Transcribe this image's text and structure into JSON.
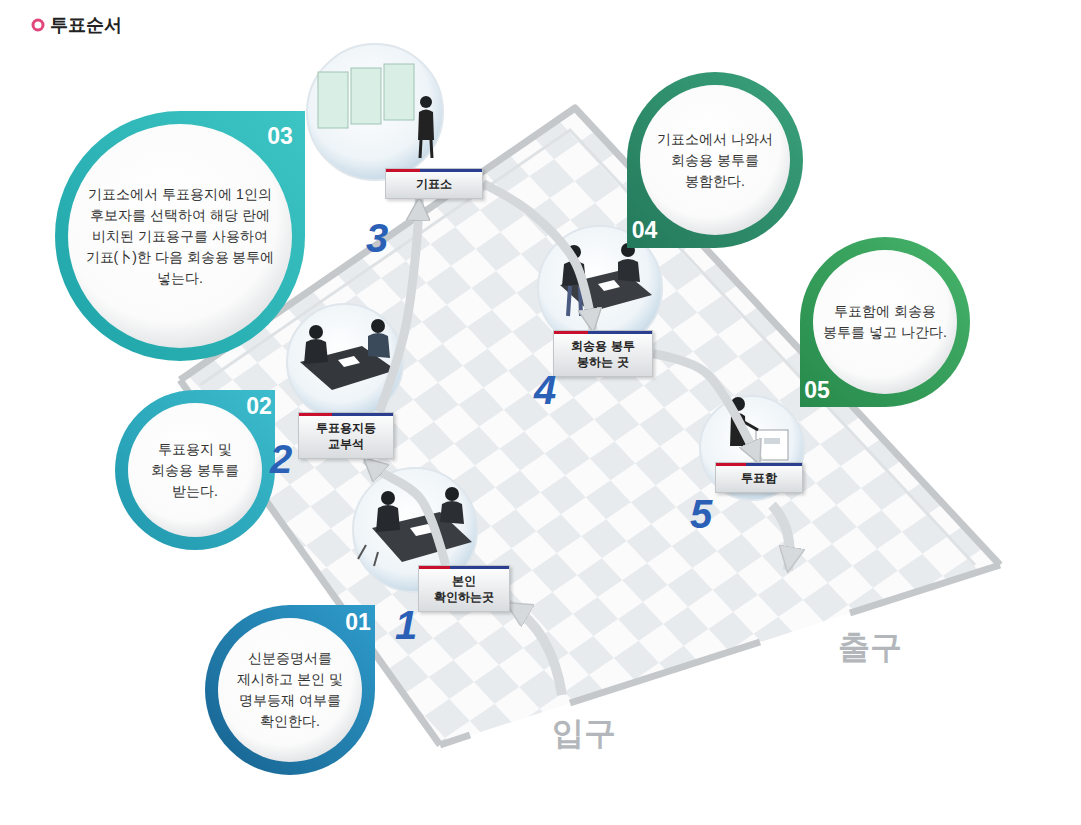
{
  "diagram": {
    "title": "투표순서",
    "nodes": [
      {
        "text": [
          "01",
          "신분증명서를 제시하고 본인 및 명부등재 여부를 확인한다."
        ]
      },
      {
        "text": [
          "02",
          "투표용지 및 회송용 봉투를 받는다."
        ]
      },
      {
        "text": [
          "03",
          "기표소에서 투표용지에 1인의 후보자를 선택하여 해당 란에 비치된 기표용구를 사용하여 기표(卜)한 다음 회송용 봉투에 넣는다."
        ]
      },
      {
        "text": [
          "04",
          "기표소에서 나와서 회송용 봉투를 봉함한다."
        ]
      },
      {
        "text": [
          "05",
          "투표함에 회송용 봉투를 넣고 나간다."
        ]
      },
      {
        "text": [
          "본인 확인하는곳"
        ]
      },
      {
        "text": [
          "투표용지등 교부석"
        ]
      },
      {
        "text": [
          "기표소"
        ]
      },
      {
        "text": [
          "회송용 봉투 봉하는 곳"
        ]
      },
      {
        "text": [
          "투표함"
        ]
      }
    ],
    "edges": [
      {
        "from": 5,
        "to": 6,
        "arrow": "to"
      },
      {
        "from": 6,
        "to": 7,
        "arrow": "to"
      },
      {
        "from": 7,
        "to": 8,
        "arrow": "to"
      },
      {
        "from": 8,
        "to": 9,
        "arrow": "to"
      }
    ],
    "labels": [
      "1",
      "2",
      "3",
      "4",
      "5",
      "입구",
      "출구"
    ]
  }
}
